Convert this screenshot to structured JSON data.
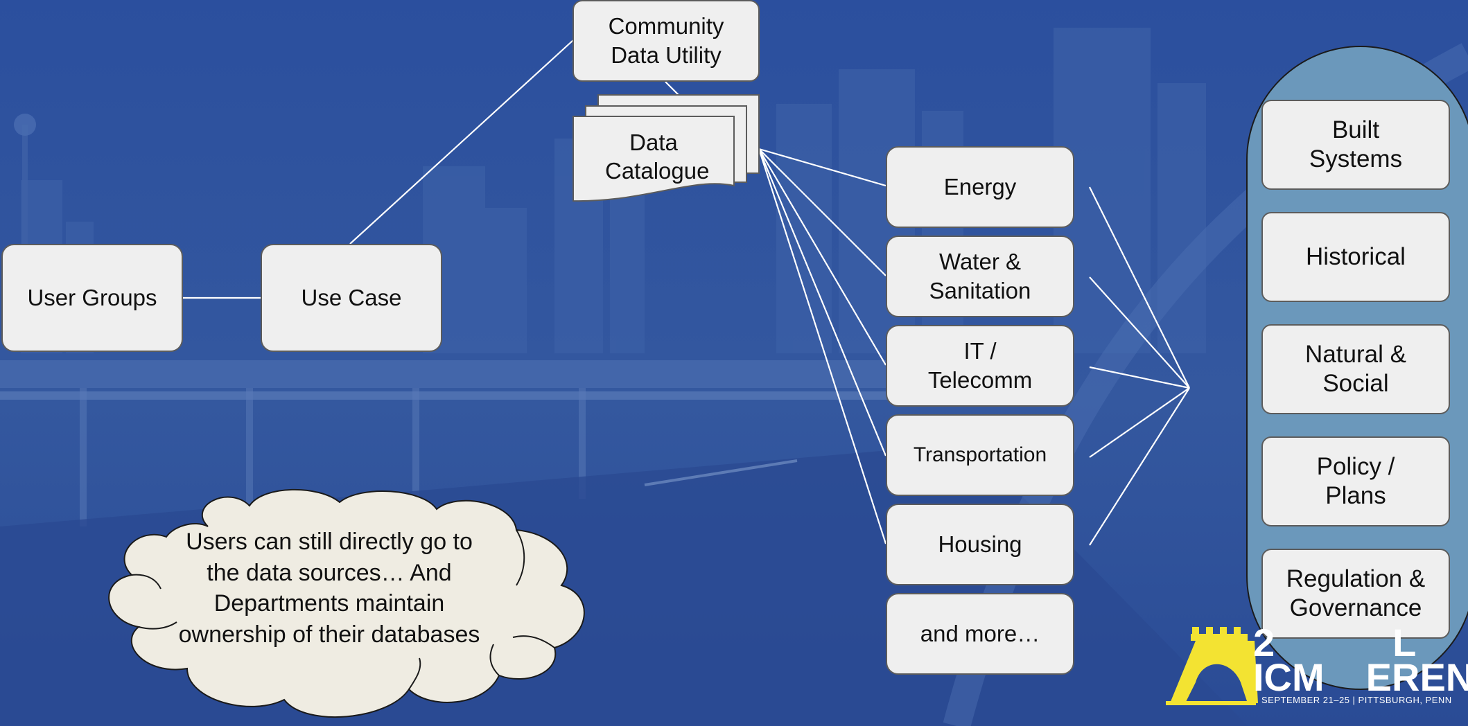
{
  "colors": {
    "background": "#2e56a8",
    "node_fill": "#efefef",
    "node_border": "#5c5c5c",
    "cloud_fill": "#efece2",
    "oval_fill": "#6b98bb",
    "line": "#ffffff",
    "logo_yellow": "#f3e332"
  },
  "nodes": {
    "user_groups": "User Groups",
    "use_case": "Use Case",
    "community_data_utility": "Community Data Utility",
    "data_catalogue": "Data Catalogue"
  },
  "departments": [
    "Energy",
    "Water & Sanitation",
    "IT / Telecomm",
    "Transportation",
    "Housing",
    "and more…"
  ],
  "categories": [
    "Built Systems",
    "Historical",
    "Natural & Social",
    "Policy / Plans",
    "Regulation & Governance"
  ],
  "callout": "Users can still directly go to the data sources… And Departments maintain ownership of their databases",
  "logo": {
    "caption": "SEPTEMBER 21–25 | PITTSBURGH, PENN",
    "brand_line1": "2",
    "brand_line2": "ICM",
    "brand_suffix1": "L",
    "brand_suffix2": "EREN"
  }
}
